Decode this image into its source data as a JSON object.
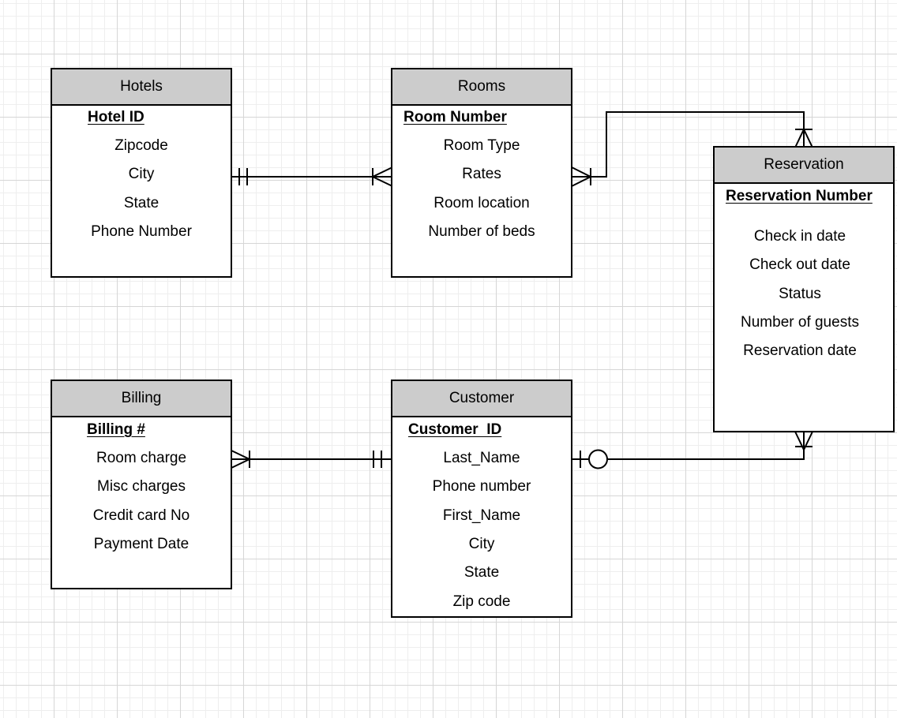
{
  "diagram": {
    "entities": {
      "hotels": {
        "title": "Hotels",
        "key": "Hotel ID",
        "attributes": [
          "Zipcode",
          "City",
          "State",
          "Phone Number"
        ]
      },
      "rooms": {
        "title": "Rooms",
        "key": "Room Number",
        "attributes": [
          "Room Type",
          "Rates",
          "Room location",
          "Number of beds"
        ]
      },
      "reservation": {
        "title": "Reservation",
        "key": "Reservation Number",
        "attributes": [
          "Check in date",
          "Check out date",
          "Status",
          "Number of guests",
          "Reservation date"
        ]
      },
      "billing": {
        "title": "Billing",
        "key": "Billing #",
        "attributes": [
          "Room charge",
          "Misc charges",
          "Credit card No",
          "Payment Date"
        ]
      },
      "customer": {
        "title": "Customer",
        "key": "Customer  ID",
        "attributes": [
          "Last_Name",
          "Phone number",
          "First_Name",
          "City",
          "State",
          "Zip code"
        ]
      }
    },
    "relationships": [
      {
        "from": "Hotels",
        "from_cardinality": "one-and-only-one",
        "to": "Rooms",
        "to_cardinality": "one-or-many"
      },
      {
        "from": "Rooms",
        "from_cardinality": "one-or-many",
        "to": "Reservation",
        "to_cardinality": "one-or-many"
      },
      {
        "from": "Customer",
        "from_cardinality": "one-and-only-one",
        "to": "Billing",
        "to_cardinality": "one-or-many"
      },
      {
        "from": "Customer",
        "from_cardinality": "zero-or-one",
        "to": "Reservation",
        "to_cardinality": "one-or-many"
      }
    ],
    "colors": {
      "header_fill": "#cccccc",
      "line": "#000000",
      "background": "#ffffff",
      "grid": "#d6d6d6"
    }
  }
}
